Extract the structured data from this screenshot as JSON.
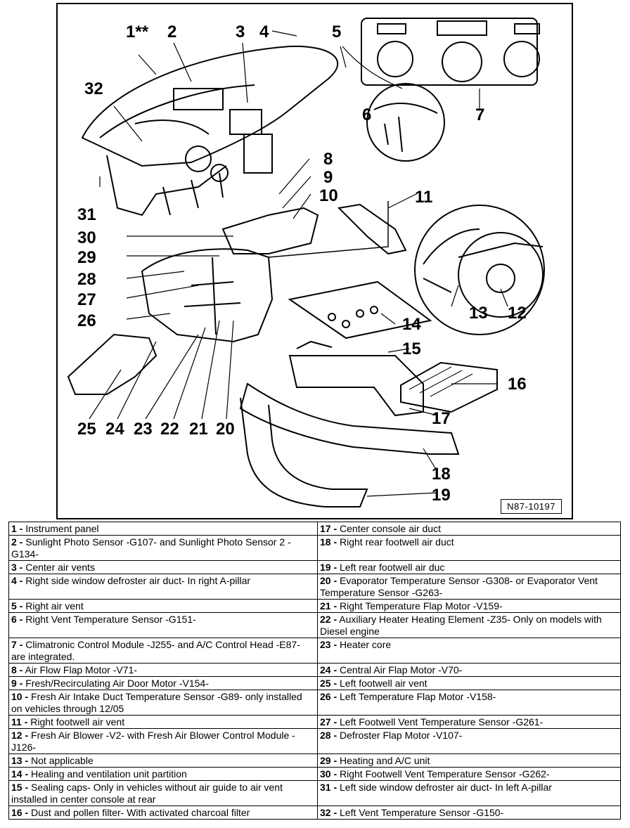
{
  "diagram": {
    "callouts": [
      "1**",
      "2",
      "3",
      "4",
      "5",
      "6",
      "7",
      "8",
      "9",
      "10",
      "11",
      "12",
      "13",
      "14",
      "15",
      "16",
      "17",
      "18",
      "19",
      "20",
      "21",
      "22",
      "23",
      "24",
      "25",
      "26",
      "27",
      "28",
      "29",
      "30",
      "31",
      "32"
    ],
    "doc_id": "N87-10197"
  },
  "legend": {
    "rows": [
      {
        "left": {
          "num": "1 -",
          "text": "Instrument panel"
        },
        "right": {
          "num": "17 -",
          "text": "Center console air duct"
        }
      },
      {
        "left": {
          "num": "2 -",
          "text": "Sunlight Photo Sensor -G107- and Sunlight Photo Sensor 2 -G134-"
        },
        "right": {
          "num": "18 -",
          "text": "Right rear footwell air duct"
        }
      },
      {
        "left": {
          "num": "3 -",
          "text": "Center air vents"
        },
        "right": {
          "num": "19 -",
          "text": "Left rear footwell air duc"
        }
      },
      {
        "left": {
          "num": "4 -",
          "text": "Right side window defroster air duct- In right A-pillar"
        },
        "right": {
          "num": "20 -",
          "text": "Evaporator Temperature Sensor -G308- or Evaporator Vent Temperature Sensor -G263-"
        }
      },
      {
        "left": {
          "num": "5 -",
          "text": "Right air vent"
        },
        "right": {
          "num": "21 -",
          "text": "Right Temperature Flap Motor -V159-"
        }
      },
      {
        "left": {
          "num": "6 -",
          "text": "Right Vent Temperature Sensor -G151-"
        },
        "right": {
          "num": "22 -",
          "text": "Auxiliary Heater Heating Element -Z35- Only on models with Diesel engine"
        }
      },
      {
        "left": {
          "num": "7 -",
          "text": "Climatronic Control Module -J255- and A/C Control Head -E87- are integrated."
        },
        "right": {
          "num": "23 -",
          "text": "Heater core"
        }
      },
      {
        "left": {
          "num": "8 -",
          "text": "Air Flow Flap Motor -V71-"
        },
        "right": {
          "num": "24 -",
          "text": "Central Air Flap Motor -V70-"
        }
      },
      {
        "left": {
          "num": "9 -",
          "text": "Fresh/Recirculating Air Door Motor -V154-"
        },
        "right": {
          "num": "25 -",
          "text": "Left footwell air vent"
        }
      },
      {
        "left": {
          "num": "10 -",
          "text": "Fresh Air Intake Duct Temperature Sensor -G89- only installed on vehicles through 12/05"
        },
        "right": {
          "num": "26 -",
          "text": "Left Temperature Flap Motor -V158-"
        }
      },
      {
        "left": {
          "num": "11 -",
          "text": "Right footwell air vent"
        },
        "right": {
          "num": "27 -",
          "text": "Left Footwell Vent Temperature Sensor -G261-"
        }
      },
      {
        "left": {
          "num": "12 -",
          "text": "Fresh Air Blower -V2- with Fresh Air Blower Control Module -J126-"
        },
        "right": {
          "num": "28 -",
          "text": "Defroster Flap Motor -V107-"
        }
      },
      {
        "left": {
          "num": "13 -",
          "text": "Not applicable"
        },
        "right": {
          "num": "29 -",
          "text": "Heating and A/C unit"
        }
      },
      {
        "left": {
          "num": "14 -",
          "text": "Healing and ventilation unit partition"
        },
        "right": {
          "num": "30 -",
          "text": "Right Footwell Vent Temperature Sensor -G262-"
        }
      },
      {
        "left": {
          "num": "15 -",
          "text": "Sealing caps- Only in vehicles without air guide to air vent installed in center console at rear"
        },
        "right": {
          "num": "31 -",
          "text": "Left side window defroster air duct- In left A-pillar"
        }
      },
      {
        "left": {
          "num": "16 -",
          "text": "Dust and pollen filter- With activated charcoal filter"
        },
        "right": {
          "num": "32 -",
          "text": "Left Vent Temperature Sensor -G150-"
        }
      }
    ]
  }
}
